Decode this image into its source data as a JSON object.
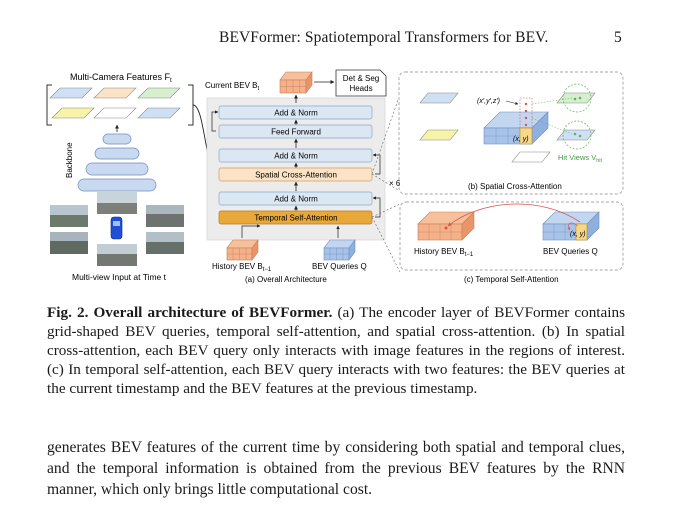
{
  "header": {
    "running_title": "BEVFormer: Spatiotemporal Transformers for BEV.",
    "page_number": "5"
  },
  "figure": {
    "left": {
      "multi_camera_label": "Multi-Camera Features F",
      "multi_camera_sub": "t",
      "backbone_label": "Backbone",
      "multiview_label": "Multi-view Input at Time t"
    },
    "center": {
      "current_bev": "Current BEV B",
      "current_bev_sub": "t",
      "heads_line1": "Det & Seg",
      "heads_line2": "Heads",
      "blocks": [
        "Add & Norm",
        "Feed Forward",
        "Add & Norm",
        "Spatial Cross-Attention",
        "Add & Norm",
        "Temporal Self-Attention"
      ],
      "repeat": "× 6",
      "history_bev": "History BEV B",
      "history_bev_sub": "t−1",
      "bev_queries": "BEV Queries Q",
      "caption_a": "(a) Overall Architecture"
    },
    "spatial": {
      "coord_label": "(x′,y′,z′)",
      "query_label": "(x, y)",
      "hit_views": "Hit Views V",
      "hit_views_sub": "hit",
      "caption_b": "(b) Spatial Cross-Attention"
    },
    "temporal": {
      "history_bev": "History BEV B",
      "history_bev_sub": "t−1",
      "bev_queries": "BEV Queries Q",
      "query_label": "(x, y)",
      "caption_c": "(c) Temporal Self-Attention"
    }
  },
  "caption": {
    "label": "Fig. 2.",
    "title": "Overall architecture of BEVFormer.",
    "text": " (a) The encoder layer of BEVFormer contains grid-shaped BEV queries, temporal self-attention, and spatial cross-attention. (b) In spatial cross-attention, each BEV query only interacts with image features in the regions of interest. (c) In temporal self-attention, each BEV query interacts with two features: the BEV queries at the current timestamp and the BEV features at the previous timestamp."
  },
  "body": {
    "paragraph": "generates BEV features of the current time by considering both spatial and temporal clues, and the temporal information is obtained from the previous BEV features by the RNN manner, which only brings little computational cost."
  },
  "colors": {
    "block_blue": "#dbe8f4",
    "block_orange": "#fae3c6",
    "block_tsa": "#e8a93a",
    "grid_blue": "#a9c3e8",
    "grid_orange": "#f6c09c",
    "hit_green": "#5db45d",
    "arrow_red": "#d9534f"
  }
}
